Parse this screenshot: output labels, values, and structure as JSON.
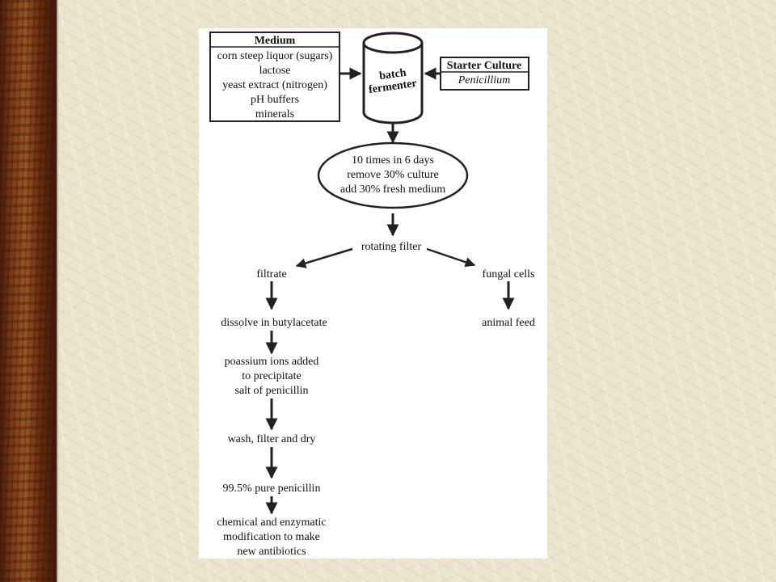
{
  "medium": {
    "title": "Medium",
    "items": [
      "corn steep liquor (sugars)",
      "lactose",
      "yeast extract (nitrogen)",
      "pH buffers",
      "minerals"
    ]
  },
  "fermenter": {
    "line1": "batch",
    "line2": "fermenter"
  },
  "starter": {
    "title": "Starter Culture",
    "organism": "Penicillium"
  },
  "cycle": {
    "line1": "10 times in 6 days",
    "line2": "remove 30% culture",
    "line3": "add 30% fresh medium"
  },
  "filter": "rotating filter",
  "left_branch": {
    "filtrate": "filtrate",
    "step1": "dissolve in butylacetate",
    "step2": [
      "poassium ions added",
      "to precipitate",
      "salt of penicillin"
    ],
    "step3": "wash, filter and dry",
    "step4": "99.5% pure penicillin",
    "step5": [
      "chemical and enzymatic",
      "modification to make",
      "new antibiotics"
    ]
  },
  "right_branch": {
    "cells": "fungal cells",
    "feed": "animal feed"
  }
}
